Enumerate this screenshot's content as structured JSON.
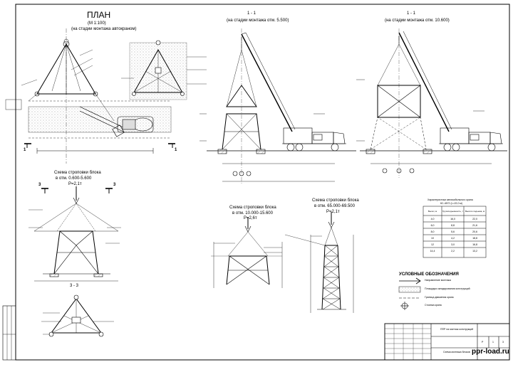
{
  "plan": {
    "title": "ПЛАН",
    "scale": "(М 1:100)",
    "note": "(на стадии монтажа автокраном)"
  },
  "section_1_left": {
    "title": "1 - 1",
    "note": "(на стадии монтажа отм. 5.500)"
  },
  "section_1_right": {
    "title": "1 - 1",
    "note": "(на стадии монтажа отм. 10.600)"
  },
  "sling_scheme_1": {
    "title": "Схема строповки блока",
    "elev": "в отм. 0.600-5.600",
    "load": "Р=2,1т"
  },
  "sling_scheme_2": {
    "title": "Схема строповки блока",
    "elev": "в отм. 10.000-15.600",
    "load": "Р=2,6т"
  },
  "sling_scheme_3": {
    "title": "Схема строповки блока",
    "elev": "в отм. 65.000-69.500",
    "load": "Р=2,1т"
  },
  "section_3": {
    "title": "3 - 3"
  },
  "section_marks": {
    "one": "1",
    "three": "3"
  },
  "crane_table": {
    "title": "Характеристики автомобильного крана",
    "subtitle": "КС-4572 (L=22,0 м)",
    "headers": [
      "Вылет, м",
      "Грузоподъемность, т",
      "Высота подъема, м"
    ],
    "rows": [
      [
        "4,0",
        "16,0",
        "22,0"
      ],
      [
        "6,0",
        "8,8",
        "21,6"
      ],
      [
        "8,0",
        "5,6",
        "20,6"
      ],
      [
        "10",
        "4,2",
        "18,8"
      ],
      [
        "12",
        "3,0",
        "16,8"
      ],
      [
        "14,4",
        "2,2",
        "13,2"
      ]
    ]
  },
  "legend": {
    "title": "УСЛОВНЫЕ ОБОЗНАЧЕНИЯ",
    "items": [
      {
        "icon": "arrow-icon",
        "text": "Направление монтажа"
      },
      {
        "icon": "rect-icon",
        "text": "Площадка складирования конструкций"
      },
      {
        "icon": "dash-line-icon",
        "text": "Граница движения крана"
      },
      {
        "icon": "crosshair-icon",
        "text": "Стоянка крана"
      }
    ]
  },
  "title_block": {
    "project": "ППР на монтаж конструкций",
    "sheet_name": "Схема монтажа блоков",
    "stage": "Р",
    "sheet": "1",
    "sheets": "3"
  },
  "watermark": "ppr-load.ru",
  "colors": {
    "line": "#000000",
    "hatch": "#9a9a9a",
    "paper": "#ffffff"
  }
}
